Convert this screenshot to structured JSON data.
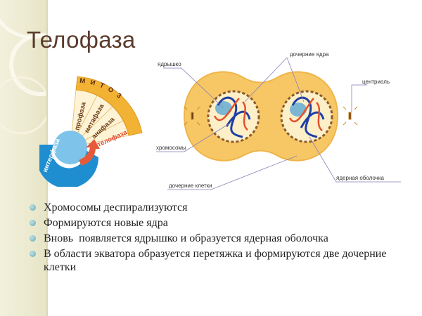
{
  "slide": {
    "title": "Телофаза",
    "bullets": [
      "Хромосомы деспирализуются",
      "Формируются новые ядра",
      "Вновь  появляется ядрышко и образуется ядерная оболочка",
      "В области экватора образуется перетяжка и формируются две дочерние клетки"
    ]
  },
  "cycle_diagram": {
    "interphase": "интерфаза",
    "mitosis": "МИТОЗ",
    "phases": [
      "профаза",
      "метафаза",
      "анафаза",
      "телофаза"
    ],
    "colors": {
      "mitosis_band": "#f2b233",
      "interphase_ring": "#1f8ed0",
      "telophase_text": "#e0482a",
      "arrow": "#e65a3a"
    }
  },
  "cell_diagram": {
    "labels": {
      "nucleolus": "ядрышко",
      "daughter_nuclei": "дочерние ядра",
      "centriole": "центриоль",
      "chromosomes": "хромосомы",
      "nuclear_envelope": "ядерная оболочка",
      "daughter_cells": "дочерние клетки"
    },
    "colors": {
      "cytoplasm": "#f7c766",
      "nucleus_fill": "#fdf0c8",
      "envelope": "#8a5a2b",
      "chromosome_blue": "#1f3fa5",
      "chromosome_red": "#e4502d",
      "nucleolus": "#5aa7d6"
    }
  }
}
